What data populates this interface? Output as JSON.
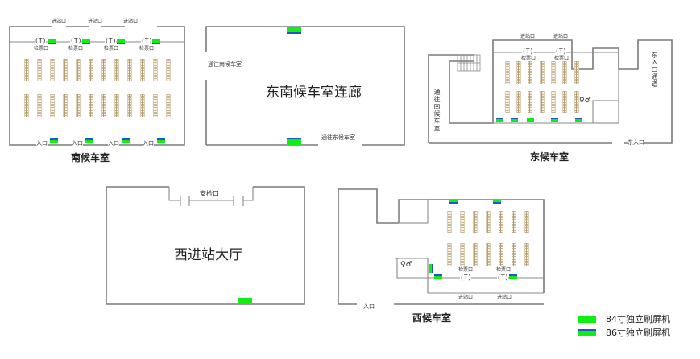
{
  "rooms": {
    "south_waiting": {
      "title": "南候车室",
      "entry_gates": [
        "进站口",
        "进站口",
        "进站口"
      ],
      "ticket_gates": [
        "检票口",
        "检票口",
        "检票口",
        "检票口"
      ],
      "entrances": [
        "入口",
        "入口",
        "入口",
        "入口"
      ],
      "gate_symbol": "(T)"
    },
    "se_corridor": {
      "title": "东南候车室连廊",
      "to_south": "通往南候车室",
      "to_east": "通往东候车室"
    },
    "east_waiting": {
      "title": "东候车室",
      "entry_gates": [
        "进站口",
        "进站口"
      ],
      "ticket_gates": [
        "检票口",
        "检票口"
      ],
      "to_south_vertical": "通往南候车室",
      "east_passage_vertical": "东入口通道",
      "east_entrance": "东入口",
      "toilet_icon": "♀♂",
      "gate_symbol": "(T)"
    },
    "west_hall": {
      "title": "西进站大厅",
      "security": "安检口"
    },
    "west_waiting": {
      "title": "西候车室",
      "ticket_gates": [
        "检票口",
        "检票口"
      ],
      "entry_gates": [
        "进站口",
        "进站口"
      ],
      "entrance": "入口",
      "toilet_icon": "♀♂",
      "gate_symbol": "(T)"
    }
  },
  "legend": {
    "items": [
      {
        "label": "84寸独立刷屏机",
        "color": "#11ee11",
        "accent": null
      },
      {
        "label": "86寸独立刷屏机",
        "color": "#11ee11",
        "accent": "#2255cc"
      }
    ]
  },
  "colors": {
    "screen_green": "#11ee11",
    "screen_blue": "#2255cc",
    "wall": "#7a7a7a",
    "seat": "#c9b897"
  }
}
